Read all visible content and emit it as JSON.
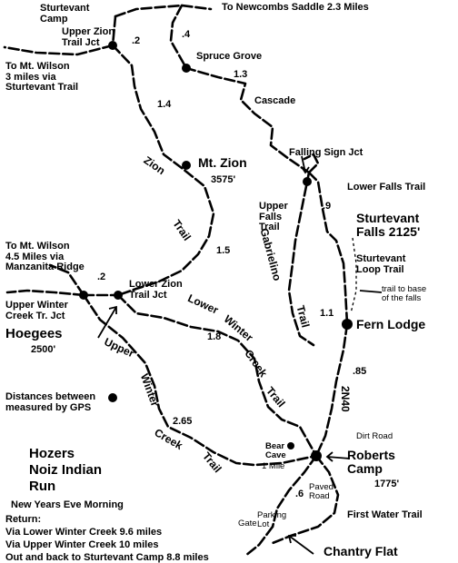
{
  "places": {
    "sturtevant_camp": "Sturtevant\nCamp",
    "upper_zion_jct": "Upper Zion\nTrail Jct",
    "to_newcombs": "To Newcombs Saddle 2.3 Miles",
    "spruce_grove": "Spruce Grove",
    "to_mt_wilson_1": "To Mt. Wilson\n3 miles via\nSturtevant Trail",
    "cascade": "Cascade",
    "mt_zion": "Mt. Zion",
    "mt_zion_elev": "3575'",
    "falling_sign_jct": "Falling Sign Jct",
    "lower_falls_trail": "Lower Falls Trail",
    "upper_falls_trail": "Upper\nFalls\nTrail",
    "sturtevant_falls": "Sturtevant\nFalls 2125'",
    "sturtevant_loop": "Sturtevant\nLoop Trail",
    "trail_to_base": "trail to base\nof the falls",
    "to_mt_wilson_2": "To Mt. Wilson\n4.5 Miles via\nManzanita Ridge",
    "lower_zion_jct": "Lower Zion\nTrail Jct",
    "upper_winter_jct": "Upper Winter\nCreek Tr. Jct",
    "hoegees": "Hoegees",
    "hoegees_elev": "2500'",
    "fern_lodge": "Fern Lodge",
    "gps_note": "Distances between\nmeasured by GPS",
    "dirt_road": "Dirt Road",
    "bear_cave": "Bear\nCave",
    "one_mile": "1 Mile",
    "roberts_camp": "Roberts\nCamp",
    "roberts_elev": "1775'",
    "paved_road": "Paved\nRoad",
    "parking": "Parking\nLot",
    "gate": "Gate",
    "first_water": "First Water Trail",
    "chantry_flat": "Chantry Flat"
  },
  "trail_labels": {
    "zion_1": "Zion",
    "trail_1": "Trail",
    "lower": "Lower",
    "winter": "Winter",
    "creek": "Creek",
    "trail_2": "Trail",
    "upper": "Upper",
    "winter_2": "Winter",
    "creek_2": "Creek",
    "trail_3": "Trail",
    "gabrielino": "Gabrielino",
    "trail_4": "Trail",
    "route_2n40": "2N40"
  },
  "distances": {
    "d1": ".2",
    "d2": ".4",
    "d3": "1.3",
    "d4": "1.4",
    "d5": ".9",
    "d6": "1.5",
    "d7": ".2",
    "d8": "1.8",
    "d9": "1.1",
    "d10": ".85",
    "d11": "2.65",
    "d12": ".6"
  },
  "title": {
    "line1": "Hozers",
    "line2": "Noiz Indian",
    "line3": "Run",
    "subtitle": "New Years Eve Morning"
  },
  "returns": {
    "heading": "Return:",
    "r1": "Via Lower Winter Creek 9.6 miles",
    "r2": "Via Upper Winter Creek 10 miles",
    "r3": "Out and back to Sturtevant Camp 8.8 miles"
  },
  "colors": {
    "ink": "#000000",
    "paper": "#ffffff"
  }
}
